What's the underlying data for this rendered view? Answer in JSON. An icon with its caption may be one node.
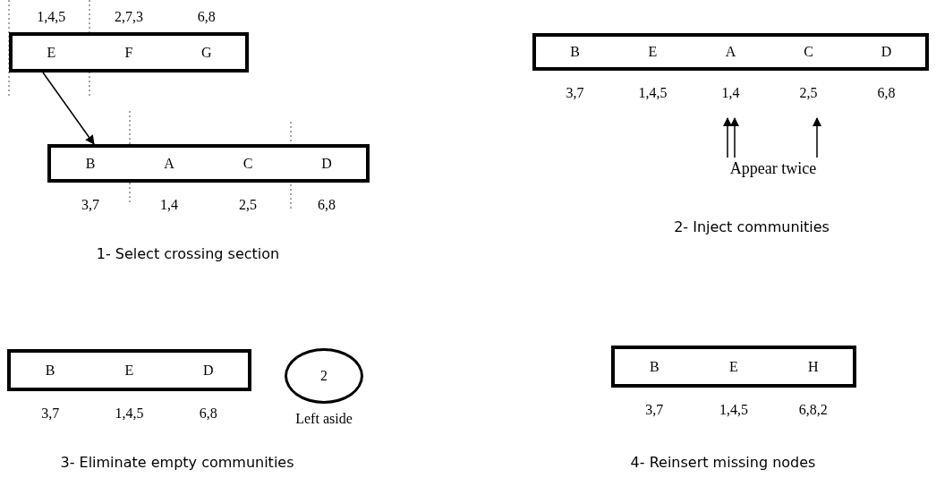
{
  "diagram": {
    "nodes": [
      {
        "text": [],
        "shape": "bar"
      },
      {
        "text": [
          "E"
        ],
        "in": 0,
        "beside": [
          "1,4,5"
        ]
      },
      {
        "text": [
          "F"
        ],
        "in": 0,
        "beside": [
          "2,7,3"
        ]
      },
      {
        "text": [
          "G"
        ],
        "in": 0,
        "beside": [
          "6,8"
        ]
      },
      {
        "text": [],
        "shape": "bar"
      },
      {
        "text": [
          "B"
        ],
        "in": 4,
        "beside": [
          "3,7"
        ]
      },
      {
        "text": [
          "A"
        ],
        "in": 4,
        "beside": [
          "1,4"
        ]
      },
      {
        "text": [
          "C"
        ],
        "in": 4,
        "beside": [
          "2,5"
        ]
      },
      {
        "text": [
          "D"
        ],
        "in": 4,
        "beside": [
          "6,8"
        ]
      },
      {
        "text": [],
        "shape": "bar"
      },
      {
        "text": [
          "B"
        ],
        "in": 9,
        "beside": [
          "3,7"
        ]
      },
      {
        "text": [
          "E"
        ],
        "in": 9,
        "beside": [
          "1,4,5"
        ]
      },
      {
        "text": [
          "A"
        ],
        "in": 9,
        "beside": [
          "1,4"
        ]
      },
      {
        "text": [
          "C"
        ],
        "in": 9,
        "beside": [
          "2,5"
        ]
      },
      {
        "text": [
          "D"
        ],
        "in": 9,
        "beside": [
          "6,8"
        ]
      },
      {
        "text": [
          "Appear twice"
        ]
      },
      {
        "text": [],
        "shape": "bar"
      },
      {
        "text": [
          "B"
        ],
        "in": 16,
        "beside": [
          "3,7"
        ]
      },
      {
        "text": [
          "E"
        ],
        "in": 16,
        "beside": [
          "1,4,5"
        ]
      },
      {
        "text": [
          "D"
        ],
        "in": 16,
        "beside": [
          "6,8"
        ]
      },
      {
        "text": [
          "2"
        ],
        "beside": [
          "Left aside"
        ]
      },
      {
        "text": [],
        "shape": "bar"
      },
      {
        "text": [
          "B"
        ],
        "in": 21,
        "beside": [
          "3,7"
        ]
      },
      {
        "text": [
          "E"
        ],
        "in": 21,
        "beside": [
          "1,4,5"
        ]
      },
      {
        "text": [
          "H"
        ],
        "in": 21,
        "beside": [
          "6,8,2"
        ]
      }
    ],
    "edges": [
      {
        "from": 0,
        "to": 4,
        "arrow": "to"
      },
      {
        "from": 15,
        "to": 12,
        "arrow": "to"
      },
      {
        "from": 15,
        "to": 12,
        "arrow": "to"
      },
      {
        "from": 15,
        "to": 13,
        "arrow": "to"
      }
    ],
    "labels": [
      "1- Select crossing section",
      "2- Inject communities",
      "3- Eliminate empty communities",
      "4- Reinsert missing nodes"
    ]
  }
}
